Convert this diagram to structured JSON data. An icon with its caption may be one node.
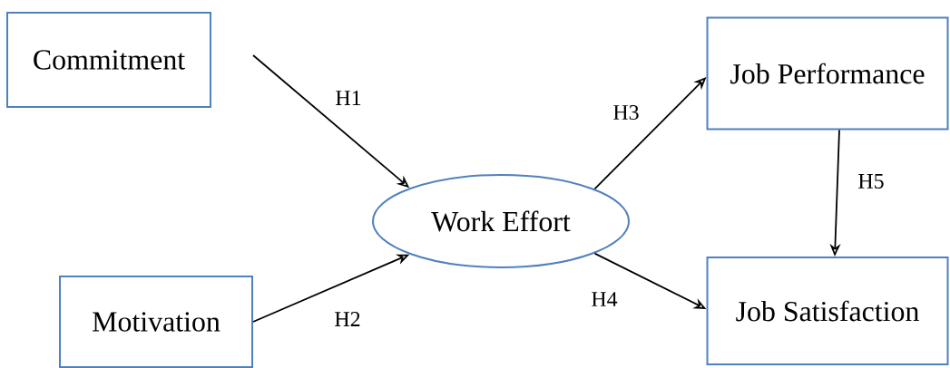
{
  "diagram": {
    "nodes": [
      {
        "text": [
          "Commitment"
        ]
      },
      {
        "text": [
          "Motivation"
        ]
      },
      {
        "text": [
          "Work Effort"
        ]
      },
      {
        "text": [
          "Job Performance"
        ]
      },
      {
        "text": [
          "Job Satisfaction"
        ]
      }
    ],
    "edges": [
      {
        "from": 0,
        "to": 2,
        "arrow": "to",
        "label": "H1"
      },
      {
        "from": 1,
        "to": 2,
        "arrow": "to",
        "label": "H2"
      },
      {
        "from": 2,
        "to": 3,
        "arrow": "to",
        "label": "H3"
      },
      {
        "from": 2,
        "to": 4,
        "arrow": "to",
        "label": "H4"
      },
      {
        "from": 3,
        "to": 4,
        "arrow": "to",
        "label": "H5"
      }
    ]
  }
}
